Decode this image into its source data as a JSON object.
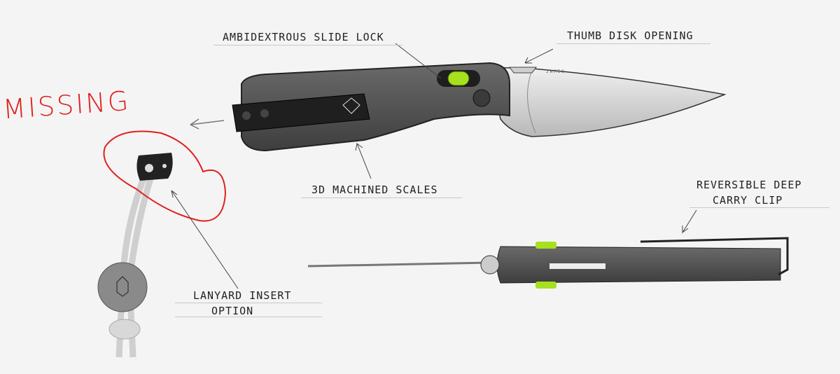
{
  "annotation": {
    "text": "MISSING",
    "color": "#e0201c"
  },
  "labels": {
    "slide_lock": "AMBIDEXTROUS SLIDE LOCK",
    "thumb_disk": "THUMB DISK OPENING",
    "scales": "3D MACHINED SCALES",
    "clip_line1": "REVERSIBLE DEEP",
    "clip_line2": "CARRY CLIP",
    "lanyard_line1": "LANYARD INSERT",
    "lanyard_line2": "OPTION"
  },
  "blade_mark": "JAMES",
  "colors": {
    "accent_green": "#a6e01e",
    "handle": "#5a5a5a",
    "blade": "#d8d8d8",
    "background": "#f4f4f4"
  }
}
